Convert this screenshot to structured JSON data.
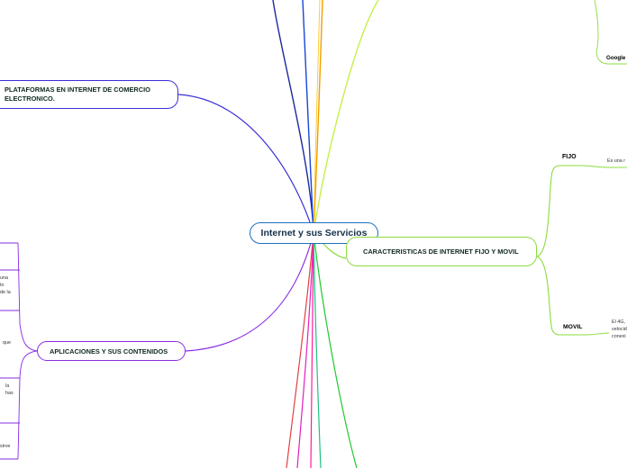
{
  "central": {
    "label": "Internet y sus Servicios"
  },
  "branches": {
    "plataformas": "PLATAFORMAS EN INTERNET DE COMERCIO ELECTRONICO.",
    "caracteristicas": "CARACTERISTICAS DE INTERNET FIJO Y MOVIL",
    "aplicaciones": "APLICACIONES Y SUS CONTENIDOS"
  },
  "subtopics": {
    "fijo": "FIJO",
    "movil": "MOVIL",
    "google": "Google"
  },
  "snippets": {
    "fijo_text": "Es una r",
    "movil_line1": "El 4G,",
    "movil_line2": "velocid",
    "movil_line3": "conexi",
    "left_1a": "una",
    "left_1b": "to",
    "left_1c": "de la",
    "left_2": "que",
    "left_3a": "la",
    "left_3b": "has",
    "left_4": "sirve"
  },
  "colors": {
    "central": "#1f6fbf",
    "plataformas": "#3b2fd6",
    "caracteristicas": "#8bdc3c",
    "aplicaciones": "#8a2be2",
    "blue_top": "#1a46d6",
    "navy_top": "#1a2a9e",
    "orange_top": "#f0a000",
    "lime_top": "#c6ef4a",
    "pink_bottom": "#e020c0",
    "magenta_bottom": "#ff1aa0",
    "red_bottom": "#e04040",
    "green_bottom": "#22c733",
    "teal_bottom": "#20c080"
  }
}
